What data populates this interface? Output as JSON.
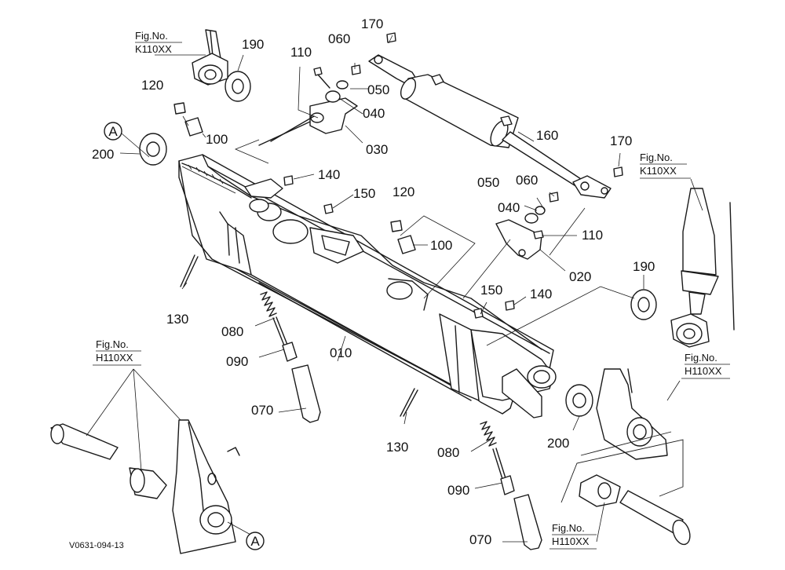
{
  "callouts": {
    "p010": "010",
    "p020": "020",
    "p030": "030",
    "p040a": "040",
    "p040b": "040",
    "p050a": "050",
    "p050b": "050",
    "p060a": "060",
    "p060b": "060",
    "p070a": "070",
    "p070b": "070",
    "p080a": "080",
    "p080b": "080",
    "p090a": "090",
    "p090b": "090",
    "p100a": "100",
    "p100b": "100",
    "p110a": "110",
    "p110b": "110",
    "p120a": "120",
    "p120b": "120",
    "p130a": "130",
    "p130b": "130",
    "p140a": "140",
    "p140b": "140",
    "p150a": "150",
    "p150b": "150",
    "p160": "160",
    "p170a": "170",
    "p170b": "170",
    "p190a": "190",
    "p190b": "190",
    "p200a": "200",
    "p200b": "200"
  },
  "refs": {
    "fig_label": "Fig.No.",
    "k1": "K110XX",
    "k2": "K110XX",
    "h1": "H110XX",
    "h2": "H110XX",
    "h3": "H110XX"
  },
  "marker": "A",
  "drawing_code": "V0631-094-13"
}
